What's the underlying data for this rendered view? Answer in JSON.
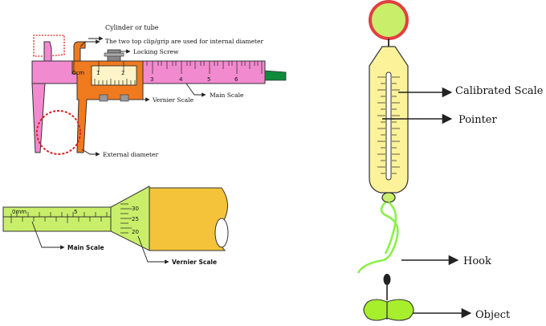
{
  "caliper": {
    "labels": {
      "cylinder": "Cylinder or tube",
      "top_clip": "The two top clip/grip are used for internal diameter",
      "locking_screw": "Locking Screw",
      "vernier_scale": "Vernier Scale",
      "main_scale": "Main Scale",
      "external_diameter": "External diameter"
    },
    "scale_numbers": [
      "0cm",
      "1",
      "2",
      "3",
      "4",
      "5",
      "6"
    ]
  },
  "micrometer": {
    "labels": {
      "main_scale": "Main Scale",
      "vernier_scale": "Vernier Scale"
    },
    "main_numbers": [
      "0mm",
      "5"
    ],
    "thimble_numbers": [
      "30",
      "25",
      "20"
    ]
  },
  "spring_balance": {
    "labels": {
      "calibrated_scale": "Calibrated Scale",
      "pointer": "Pointer",
      "hook": "Hook",
      "object": "Object"
    }
  },
  "colors": {
    "caliper_body": "#f28ad0",
    "vernier_orange": "#f07a1e",
    "vernier_window": "#fff4c8",
    "green_tip": "#0f8a3c",
    "micrometer_green": "#c9ef6a",
    "thimble_yellow": "#f5c33a",
    "balance_body": "#fbf29a",
    "ring_red": "#e04040",
    "hook_green": "#8cf04a",
    "object_green": "#a7ef2c",
    "dashed_red": "#e02020"
  }
}
